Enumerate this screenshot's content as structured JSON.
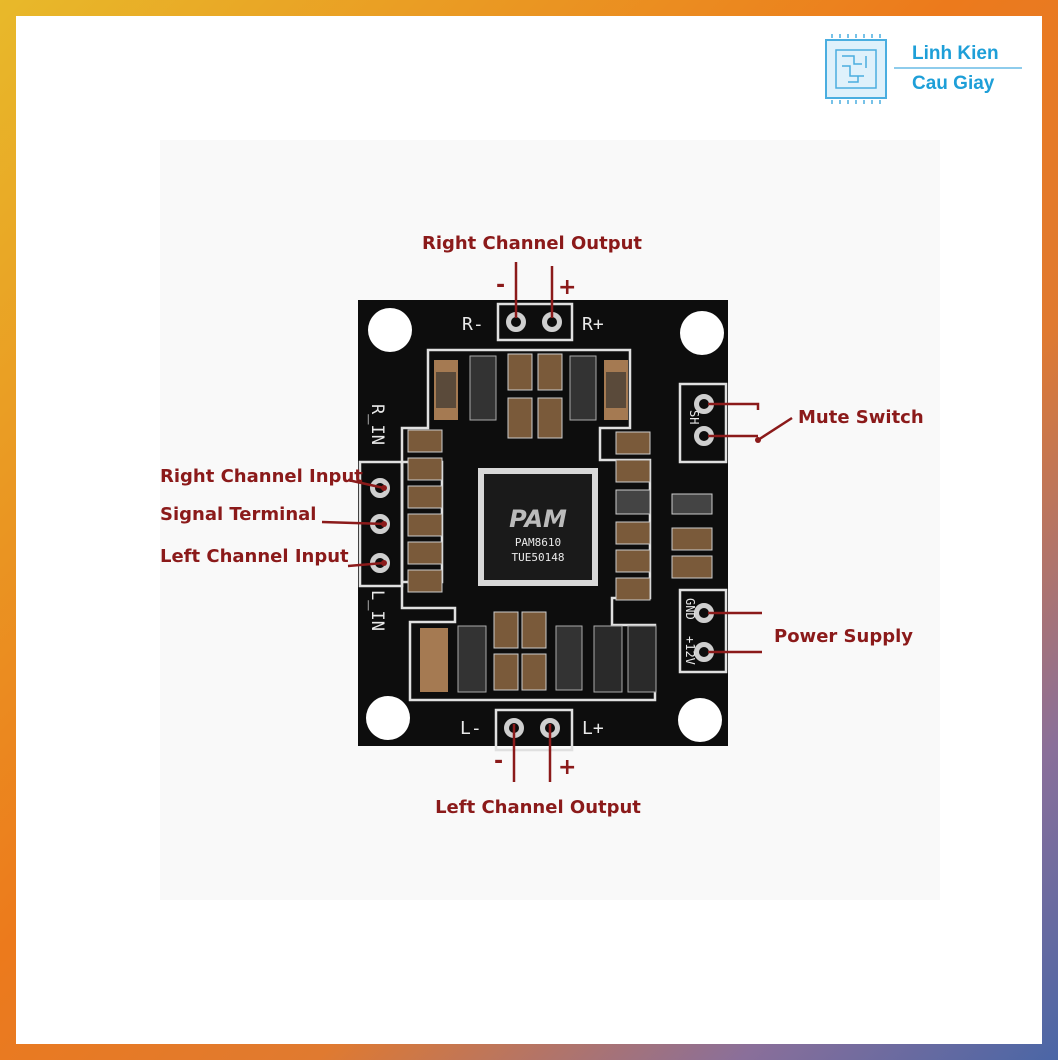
{
  "brand": {
    "line1": "Linh Kien",
    "line2": "Cau Giay",
    "color": "#1e9fd8",
    "logo_icon": "circuit-chip-icon"
  },
  "labels": {
    "right_channel_output": "Right Channel Output",
    "mute_switch": "Mute Switch",
    "right_channel_input": "Right Channel Input",
    "signal_terminal": "Signal Terminal",
    "left_channel_input": "Left Channel Input",
    "power_supply": "Power Supply",
    "left_channel_output": "Left Channel Output",
    "minus": "-",
    "plus": "+"
  },
  "silkscreen": {
    "r_minus": "R-",
    "r_plus": "R+",
    "l_minus": "L-",
    "l_plus": "L+",
    "r_in": "R_IN",
    "l_in": "L_IN",
    "sh": "SH",
    "gnd": "GND",
    "v12": "+12V",
    "chip_logo": "PAM",
    "chip_model": "PAM8610",
    "chip_code": "TUE50148"
  },
  "colors": {
    "label": "#8b1a1a",
    "pcb": "#0d0d0d",
    "silk": "#e9e9e9"
  }
}
